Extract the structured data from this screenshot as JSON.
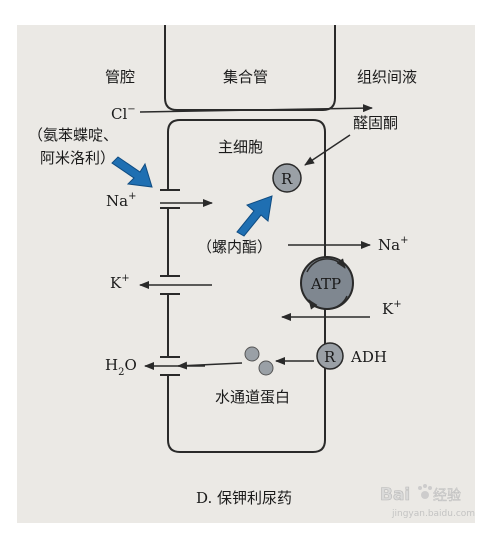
{
  "figure": {
    "caption": "D. 保钾利尿药",
    "colors": {
      "panel": "#ebe9e5",
      "outer": "#d9d6d0",
      "line": "#2a2a2a",
      "arrow_blue": "#1f6fb2",
      "receptor": "#9aa0a6",
      "atp": "#7f8790"
    }
  },
  "regions": {
    "lumen": "管腔",
    "duct": "集合管",
    "interstitial": "组织间液",
    "cell": "主细胞"
  },
  "ions": {
    "cl": "Cl",
    "cl_sup": "−",
    "na_left": "Na",
    "na_left_sup": "+",
    "k_left": "K",
    "k_left_sup": "+",
    "h2o_h": "H",
    "h2o_sub": "2",
    "h2o_o": "O",
    "na_right": "Na",
    "na_right_sup": "+",
    "k_right": "K",
    "k_right_sup": "+"
  },
  "drugs": {
    "amiloride_line1": "（氨苯蝶啶、",
    "amiloride_line2": "阿米洛利）",
    "spironolactone": "（螺内酯）",
    "aldosterone": "醛固酮",
    "adh": "ADH"
  },
  "cell_items": {
    "receptor_r": "R",
    "atp": "ATP",
    "receptor_r2": "R",
    "aquaporin": "水通道蛋白"
  },
  "watermark": {
    "brand": "Bai",
    "brand2": "经验",
    "url": "jingyan.baidu.com"
  }
}
